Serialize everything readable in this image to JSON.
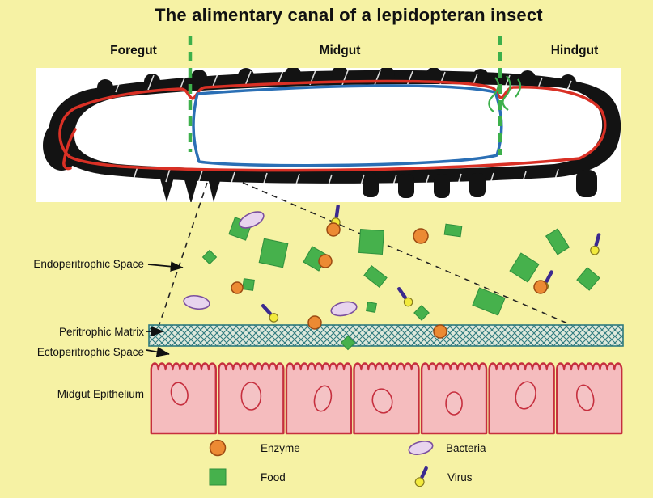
{
  "title": "The alimentary canal of a lepidopteran insect",
  "region_labels": {
    "foregut": "Foregut",
    "midgut": "Midgut",
    "hindgut": "Hindgut"
  },
  "panel_labels": {
    "endoperitrophic_space": "Endoperitrophic Space",
    "peritrophic_matrix": "Peritrophic Matrix",
    "ectoperitrophic_space": "Ectoperitrophic Space",
    "midgut_epithelium": "Midgut Epithelium"
  },
  "legend": {
    "enzyme": "Enzyme",
    "food": "Food",
    "bacteria": "Bacteria",
    "virus": "Virus"
  },
  "colors": {
    "background": "#f6f2a4",
    "food_green": "#46b14c",
    "food_edge": "#2e8f3c",
    "enzyme_orange": "#ec8a33",
    "enzyme_edge": "#9c4a12",
    "bacteria_fill": "#e8d4ee",
    "bacteria_outline": "#7b4f9e",
    "virus_rod": "#3b2a8f",
    "virus_head": "#f2ea3d",
    "gut_red": "#d93025",
    "gut_blue": "#2a6fb5",
    "boundary_green": "#3db04b",
    "matrix_teal": "#2f7a7e",
    "cell_pink": "#f5bcbe",
    "nucleus_fill": "#f4c3c5",
    "cell_red": "#c62f3e"
  },
  "scatter": {
    "food": [
      [
        297,
        283,
        22,
        22,
        20
      ],
      [
        338,
        313,
        30,
        30,
        12
      ],
      [
        259,
        318,
        12,
        12,
        45
      ],
      [
        307,
        352,
        13,
        13,
        8
      ],
      [
        390,
        320,
        22,
        22,
        30
      ],
      [
        459,
        299,
        29,
        29,
        4
      ],
      [
        464,
        342,
        24,
        15,
        38
      ],
      [
        560,
        285,
        20,
        13,
        8
      ],
      [
        648,
        331,
        26,
        26,
        32
      ],
      [
        689,
        299,
        27,
        17,
        58
      ],
      [
        727,
        345,
        20,
        20,
        40
      ],
      [
        604,
        373,
        34,
        23,
        22
      ],
      [
        521,
        387,
        13,
        13,
        45
      ],
      [
        459,
        380,
        11,
        11,
        10
      ],
      [
        430,
        424,
        12,
        12,
        45
      ]
    ],
    "enzyme": [
      [
        412,
        284,
        8
      ],
      [
        520,
        292,
        9
      ],
      [
        402,
        323,
        8
      ],
      [
        293,
        356,
        7
      ],
      [
        389,
        399,
        8
      ],
      [
        544,
        410,
        8
      ],
      [
        668,
        355,
        8
      ]
    ],
    "bacteria": [
      [
        311,
        272,
        -25
      ],
      [
        243,
        374,
        8
      ],
      [
        425,
        382,
        -12
      ]
    ],
    "virus": [
      [
        416,
        267,
        8
      ],
      [
        333,
        387,
        -42
      ],
      [
        500,
        367,
        -35
      ],
      [
        676,
        347,
        28
      ],
      [
        737,
        302,
        15
      ]
    ]
  },
  "epithelium": {
    "cells": 7
  }
}
